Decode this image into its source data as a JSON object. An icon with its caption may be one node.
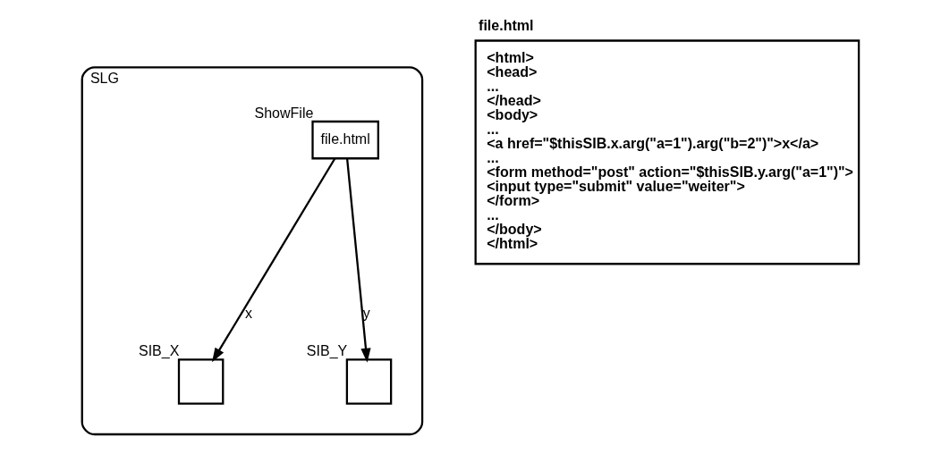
{
  "diagram": {
    "nodes": [
      {
        "text": [
          "SLG"
        ]
      },
      {
        "text": [
          "file.html"
        ],
        "in": 0,
        "beside": [
          "ShowFile"
        ]
      },
      {
        "text": [],
        "shape": "box",
        "in": 0,
        "beside": [
          "SIB_X"
        ]
      },
      {
        "text": [],
        "shape": "box",
        "in": 0,
        "beside": [
          "SIB_Y"
        ]
      },
      {
        "text": [
          "file.html",
          "<html>",
          "<head>",
          "...",
          "</head>",
          "<body>",
          "...",
          "<a href=\"$thisSIB.x.arg(\"a=1\").arg(\"b=2\")\">x</a>",
          "...",
          "<form method=\"post\" action=\"$thisSIB.y.arg(\"a=1\")\">",
          "<input type=\"submit\" value=\"weiter\">",
          "</form>",
          "...",
          "</body>",
          "</html>"
        ]
      }
    ],
    "edges": [
      {
        "from": 1,
        "to": 2,
        "arrow": "to",
        "label": "x"
      },
      {
        "from": 1,
        "to": 3,
        "arrow": "to",
        "label": "y"
      }
    ]
  }
}
